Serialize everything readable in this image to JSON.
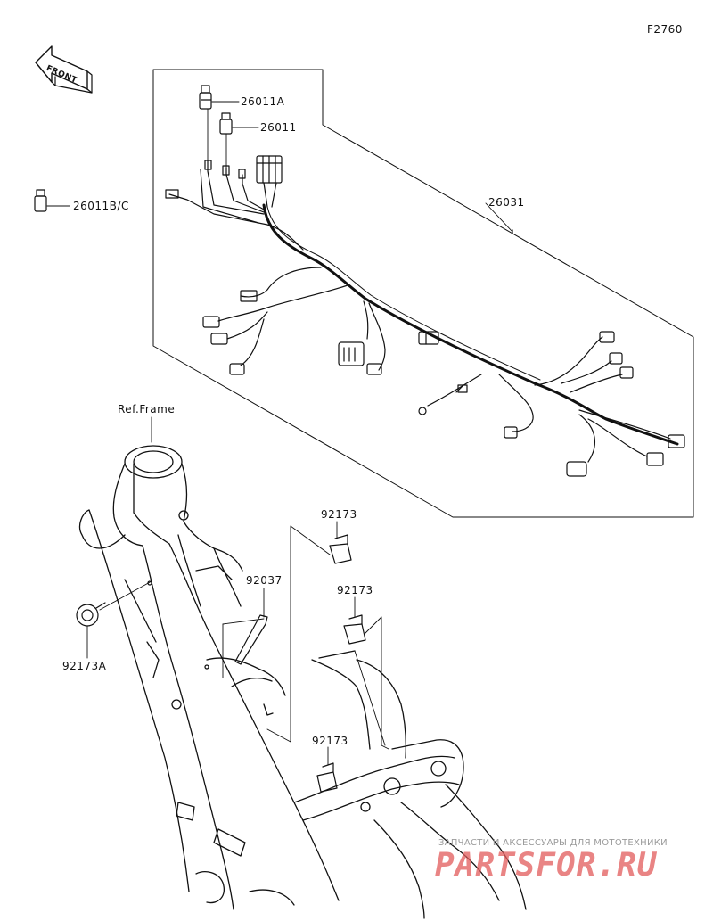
{
  "diagram_code": "F2760",
  "front_indicator": "FRONT",
  "frame_reference": "Ref.Frame",
  "callouts": {
    "c_26011A": "26011A",
    "c_26011": "26011",
    "c_26011BC": "26011B/C",
    "c_26031": "26031",
    "c_92173_top": "92173",
    "c_92037": "92037",
    "c_92173_mid": "92173",
    "c_92173A": "92173A",
    "c_92173_low": "92173"
  },
  "watermark": {
    "tagline": "ЗАПЧАСТИ И АКСЕССУАРЫ ДЛЯ МОТОТЕХНИКИ",
    "brand": "PARTSFOR.RU"
  },
  "colors": {
    "line": "#111111",
    "watermark_red": "#e25b5b",
    "watermark_gray": "#9a9a9a"
  }
}
